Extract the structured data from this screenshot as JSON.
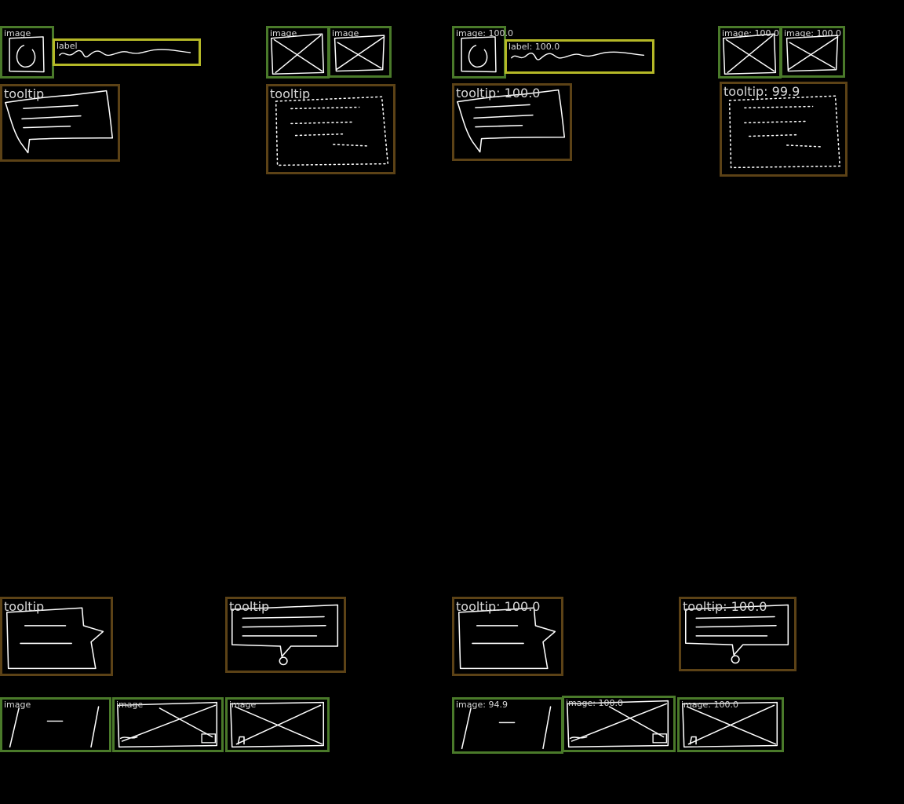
{
  "colors": {
    "background": "#000000",
    "image_border": "#4a7a2a",
    "label_border": "#b5b827",
    "tooltip_border": "#5c4216",
    "tag_text": "#d8d8d8",
    "sketch_stroke": "#ffffff"
  },
  "labels": {
    "image": "image",
    "label": "label",
    "tooltip": "tooltip",
    "image_100": "image: 100.0",
    "image_94_9": "image: 94.9",
    "label_100": "label: 100.0",
    "tooltip_100": "tooltip: 100.0",
    "tooltip_99_9": "tooltip: 99.9"
  }
}
